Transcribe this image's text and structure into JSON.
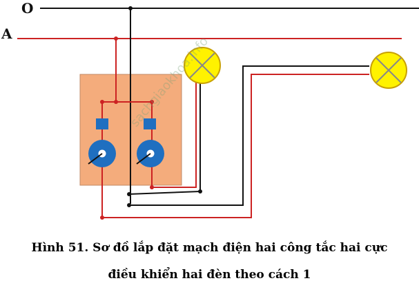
{
  "labels": {
    "neutral": "O",
    "phase": "A"
  },
  "caption": {
    "line1": "Hình 51. Sơ đồ lắp đặt mạch điện hai công tắc hai cực",
    "line2": "điều khiển hai đèn theo cách 1"
  },
  "watermark": "sachgiaokhoa.info",
  "colors": {
    "neutral_wire": "#111111",
    "phase_wire": "#cc2222",
    "board": "#f4ac7c",
    "board_border": "#c08a66",
    "lamp": "#fff200",
    "lamp_border": "#c8a000",
    "switch": "#1f6fc0"
  },
  "icons": {
    "lamp": "lamp-icon",
    "switch": "switch-icon",
    "fuse": "terminal-icon"
  }
}
